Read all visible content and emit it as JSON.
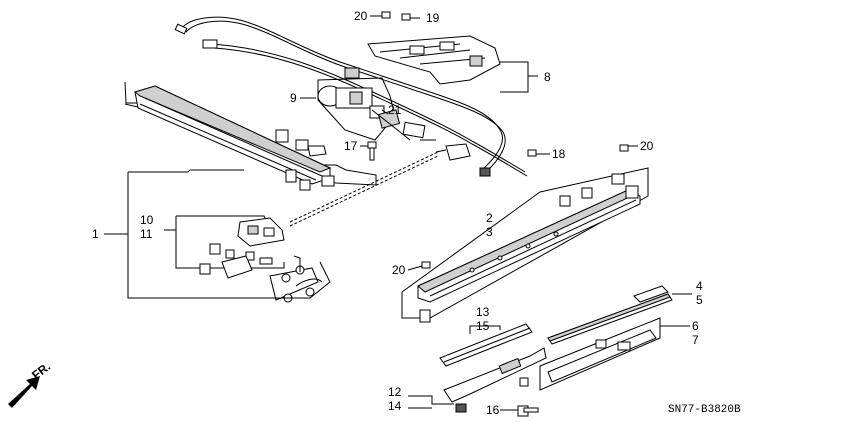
{
  "diagram_code": "SN77-B3820B",
  "direction_label": "FR.",
  "callouts": [
    {
      "id": "c20a",
      "text": "20"
    },
    {
      "id": "c19",
      "text": "19"
    },
    {
      "id": "c8",
      "text": "8"
    },
    {
      "id": "c9",
      "text": "9"
    },
    {
      "id": "c21",
      "text": "21"
    },
    {
      "id": "c17",
      "text": "17"
    },
    {
      "id": "c18",
      "text": "18"
    },
    {
      "id": "c20b",
      "text": "20"
    },
    {
      "id": "c10",
      "text": "10"
    },
    {
      "id": "c11",
      "text": "11"
    },
    {
      "id": "c1",
      "text": "1"
    },
    {
      "id": "c2",
      "text": "2"
    },
    {
      "id": "c3",
      "text": "3"
    },
    {
      "id": "c20c",
      "text": "20"
    },
    {
      "id": "c4",
      "text": "4"
    },
    {
      "id": "c5",
      "text": "5"
    },
    {
      "id": "c13",
      "text": "13"
    },
    {
      "id": "c15",
      "text": "15"
    },
    {
      "id": "c6",
      "text": "6"
    },
    {
      "id": "c7",
      "text": "7"
    },
    {
      "id": "c12",
      "text": "12"
    },
    {
      "id": "c14",
      "text": "14"
    },
    {
      "id": "c16",
      "text": "16"
    }
  ]
}
